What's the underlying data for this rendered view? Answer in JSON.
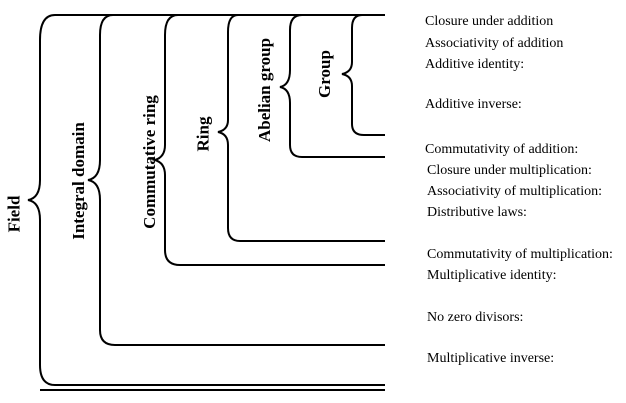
{
  "structures": [
    {
      "id": "field",
      "label": "Field"
    },
    {
      "id": "integral",
      "label": "Integral domain"
    },
    {
      "id": "commutative_ring",
      "label": "Commutative ring"
    },
    {
      "id": "ring",
      "label": "Ring"
    },
    {
      "id": "abelian",
      "label": "Abelian group"
    },
    {
      "id": "group",
      "label": "Group"
    }
  ],
  "axioms": [
    "Closure under addition",
    "Associativity of addition",
    "Additive identity:",
    "Additive inverse:",
    "Commutativity of addition:",
    "Closure under multiplication:",
    "Associativity of multiplication:",
    "Distributive laws:",
    "Commutativity of multiplication:",
    "Multiplicative identity:",
    "No zero divisors:",
    "Multiplicative inverse:"
  ]
}
